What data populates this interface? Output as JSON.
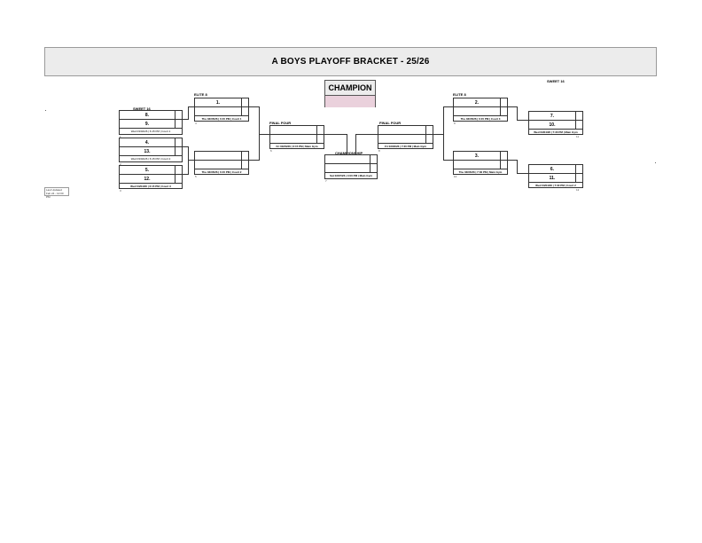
{
  "title": "A BOYS PLAYOFF BRACKET - 25/26",
  "champion_label": "CHAMPION",
  "rounds": {
    "sweet16_left": "SWEET 16",
    "elite8_left": "ELITE 8",
    "final4_left": "FINAL FOUR",
    "championship": "CHAMPIONSHIP",
    "final4_right": "FINAL FOUR",
    "elite8_right": "ELITE 8",
    "sweet16_right": "SWEET 16"
  },
  "games": {
    "g1": {
      "team_top": "8.",
      "team_bottom": "9.",
      "info": "Wed 03/04/26 | 6:15 PM | Court 1",
      "num": "1"
    },
    "g2": {
      "team_top": "4.",
      "team_bottom": "13.",
      "info": "Wed 03/04/26 | 6:15 PM | Court 2",
      "num": "2"
    },
    "g3": {
      "team_top": "5.",
      "team_bottom": "12.",
      "info": "Wed 03/04/26 | 6:15 PM | Court 3",
      "num": "3"
    },
    "g4": {
      "team_top": "1.",
      "team_bottom": "",
      "info": "Thu 03/05/26 | 6:15 PM | Court 1",
      "num": "4"
    },
    "g5": {
      "team_top": "",
      "team_bottom": "",
      "info": "Thu 03/05/26 | 6:15 PM | Court 2",
      "num": "5"
    },
    "g6": {
      "team_top": "",
      "team_bottom": "",
      "info": "Fri 03/06/26 | 6:15 PM | Main Gym",
      "num": "6"
    },
    "g7": {
      "team_top": "",
      "team_bottom": "",
      "info": "Sat 03/07/26 | 4:00 PM | Main Gym",
      "num": "7"
    },
    "g8": {
      "team_top": "",
      "team_bottom": "",
      "info": "Fri 03/06/26 | 7:30 PM | Main Gym",
      "num": "8"
    },
    "g9": {
      "team_top": "2.",
      "team_bottom": "",
      "info": "Thu 03/05/26 | 6:15 PM | Court 3",
      "num": "9"
    },
    "g10": {
      "team_top": "3.",
      "team_bottom": "",
      "info": "Thu 03/05/26 | 7:30 PM | Main Gym",
      "num": "10"
    },
    "g11": {
      "team_top": "7.",
      "team_bottom": "10.",
      "info": "Wed 03/04/26 | 7:30 PM | Main Gym",
      "num": "11"
    },
    "g12": {
      "team_top": "6.",
      "team_bottom": "11.",
      "info": "Wed 03/04/26 | 7:30 PM | Court 2",
      "num": "12"
    }
  },
  "last_updated_label": "Last Updated",
  "last_updated_value": "Feb 24 - 12:00 PM"
}
